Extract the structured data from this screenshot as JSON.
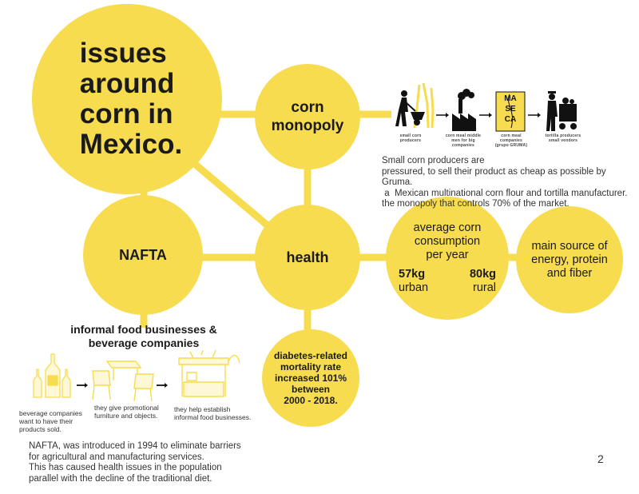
{
  "colors": {
    "accent": "#f7dc4f",
    "text": "#1a1a1a"
  },
  "main_circle": {
    "title_lines": [
      "issues",
      "around",
      "corn in",
      "Mexico."
    ]
  },
  "nodes": {
    "corn_monopoly": [
      "corn",
      "monopoly"
    ],
    "nafta": "NAFTA",
    "health": "health",
    "consumption": {
      "title_lines": [
        "average corn",
        "consumption",
        "per year"
      ],
      "urban_value": "57kg",
      "rural_value": "80kg",
      "urban_label": "urban",
      "rural_label": "rural"
    },
    "energy": [
      "main source of",
      "energy, protein",
      "and fiber"
    ],
    "diabetes": [
      "diabetes-related",
      "mortality rate",
      "increased 101%",
      "between",
      "2000 - 2018."
    ]
  },
  "monopoly_flow": {
    "captions": [
      [
        "small corn",
        "producers"
      ],
      [
        "corn meal middle",
        "men for big",
        "companies"
      ],
      [
        "corn meal companies",
        "(grupo GRUMA)"
      ],
      [
        "tortilla producers",
        "small vendors"
      ]
    ],
    "bag_text": [
      "MA",
      "SE",
      "CA"
    ],
    "description": [
      "Small corn producers  are",
      "pressured, to sell their product as cheap as possible by Gruma.",
      " a  Mexican multinational corn flour and tortilla manufacturer.",
      "the monopoly that controls 70% of the market."
    ]
  },
  "informal": {
    "title_lines": [
      "informal food businesses &",
      "beverage companies"
    ],
    "captions": [
      [
        "beverage companies",
        "want to have their",
        "products sold."
      ],
      [
        "they give promotional",
        "furniture and objects."
      ],
      [
        "they help establish",
        "informal food businesses."
      ]
    ]
  },
  "nafta_note": [
    "NAFTA, was introduced in 1994 to eliminate barriers",
    "for agricultural and manufacturing services.",
    "This has caused health issues in the population",
    "parallel with the decline of the traditional diet."
  ],
  "page_number": "2"
}
